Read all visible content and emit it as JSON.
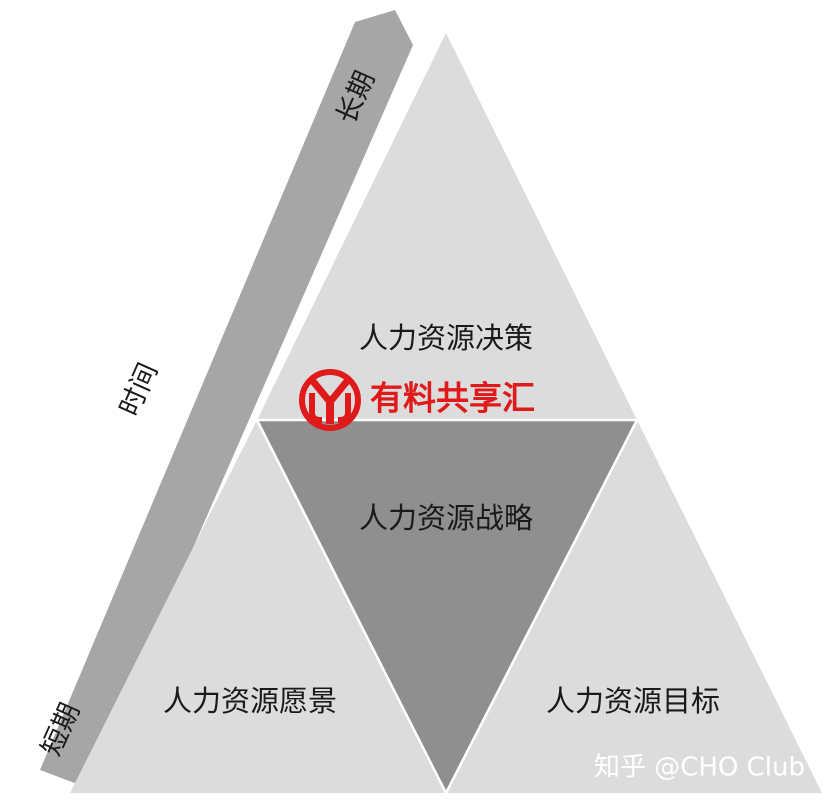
{
  "arrow": {
    "top_label": "长期",
    "middle_label": "时间",
    "bottom_label": "短期",
    "color": "#a6a6a6"
  },
  "pyramid": {
    "top_label": "人力资源决策",
    "center_label": "人力资源战略",
    "left_label": "人力资源愿景",
    "right_label": "人力资源目标",
    "outer_color": "#dcdcdc",
    "center_color": "#8f8f8f"
  },
  "logo": {
    "text": "有料共享汇",
    "color": "#e01a1a"
  },
  "watermark": {
    "text": "知乎 @CHO Club"
  }
}
